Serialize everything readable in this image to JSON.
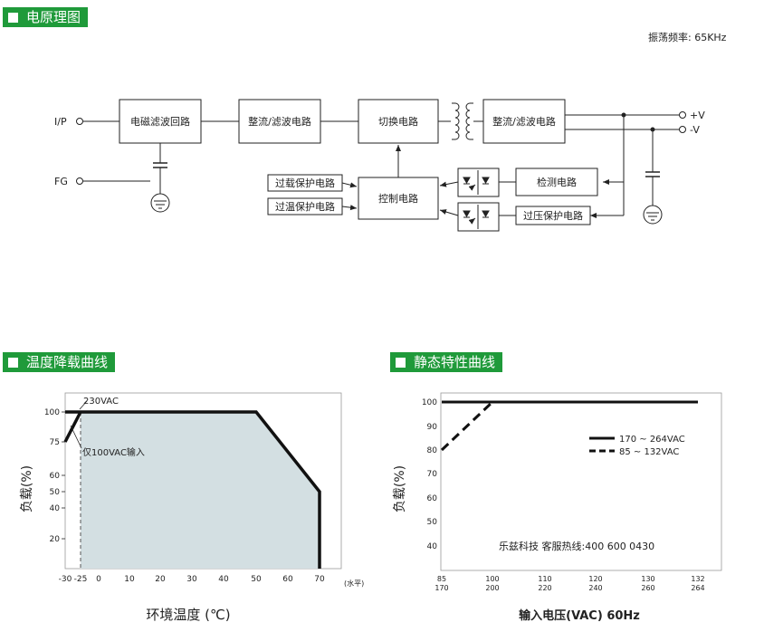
{
  "sections": {
    "circuit_title": "电原理图",
    "derating_title": "温度降载曲线",
    "static_title": "静态特性曲线"
  },
  "circuit": {
    "frequency": "振荡频率: 65KHz",
    "inputs": {
      "ip": "I/P",
      "fg": "FG"
    },
    "outputs": {
      "pos": "+V",
      "neg": "-V"
    },
    "blocks": {
      "emi": "电磁滤波回路",
      "rect1": "整流/滤波电路",
      "switch": "切换电路",
      "rect2": "整流/滤波电路",
      "olp": "过载保护电路",
      "otp": "过温保护电路",
      "control": "控制电路",
      "detect": "检测电路",
      "ovp": "过压保护电路"
    }
  },
  "chart_data": [
    {
      "type": "area",
      "xlabel": "环境温度 (℃)",
      "ylabel": "负载(%)",
      "x_unit": "(水平)",
      "x_ticks": [
        "-30",
        "-25",
        "0",
        "10",
        "20",
        "30",
        "40",
        "50",
        "60",
        "70"
      ],
      "y_ticks": [
        "100",
        "75",
        "60",
        "50",
        "40",
        "20"
      ],
      "series": [
        {
          "name": "230VAC",
          "x": [
            -30,
            -25,
            50,
            70,
            70
          ],
          "y": [
            100,
            100,
            100,
            50,
            0
          ]
        },
        {
          "name": "仅100VAC输入",
          "x": [
            -30,
            -25
          ],
          "y": [
            75,
            100
          ]
        }
      ],
      "annotations": [
        "230VAC",
        "仅100VAC输入"
      ]
    },
    {
      "type": "line",
      "xlabel": "输入电压(VAC) 60Hz",
      "ylabel": "负载(%)",
      "x_ticks_top": [
        "85",
        "100",
        "110",
        "120",
        "130",
        "132"
      ],
      "x_ticks_bottom": [
        "170",
        "200",
        "220",
        "240",
        "260",
        "264"
      ],
      "y_ticks": [
        "100",
        "90",
        "80",
        "70",
        "60",
        "50",
        "40"
      ],
      "series": [
        {
          "name": "170 ~ 264VAC",
          "style": "solid",
          "x": [
            85,
            132
          ],
          "y": [
            100,
            100
          ]
        },
        {
          "name": "85 ~ 132VAC",
          "style": "dashed",
          "x": [
            85,
            100
          ],
          "y": [
            80,
            100
          ]
        }
      ],
      "annotation": "乐兹科技 客服热线:400 600 0430"
    }
  ]
}
